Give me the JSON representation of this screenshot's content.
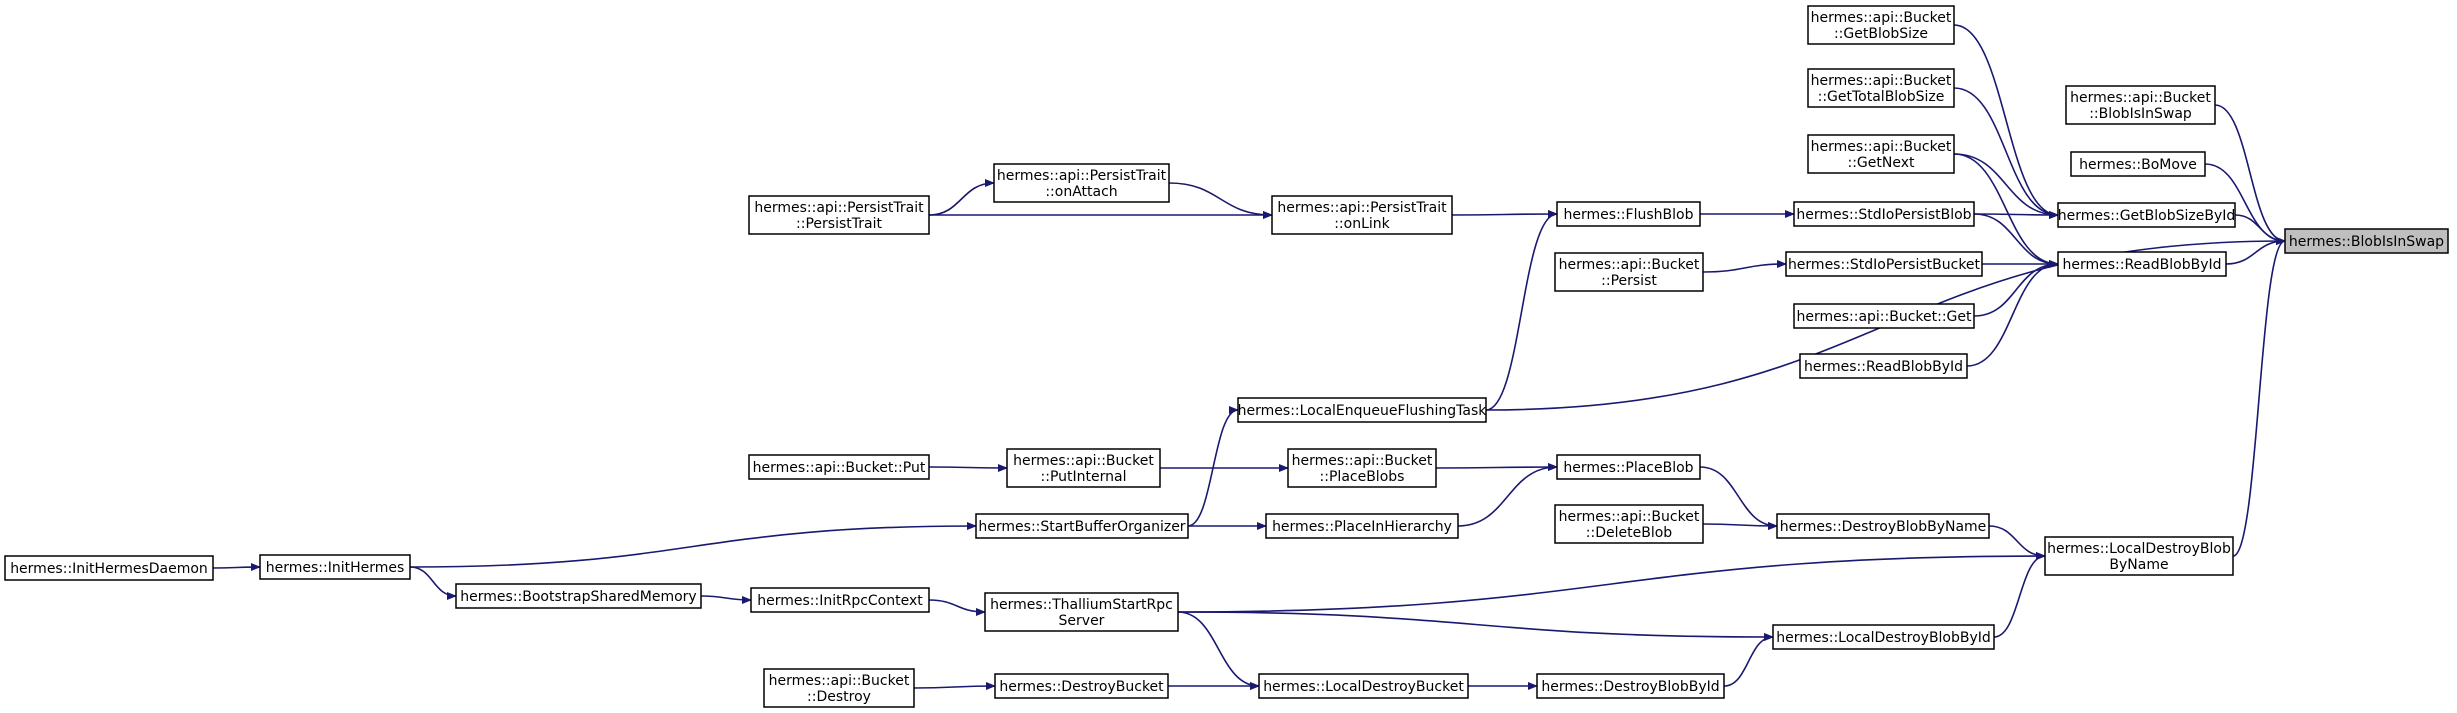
{
  "colors": {
    "edge": "#191970",
    "node_border": "#000000",
    "highlight_fill": "#bfbfbf",
    "background": "#ffffff"
  },
  "nodes": {
    "target": {
      "lines": [
        "hermes::BlobIsInSwap"
      ],
      "highlight": true
    },
    "getblobsizebyid": {
      "lines": [
        "hermes::GetBlobSizeById"
      ]
    },
    "readblobbyid": {
      "lines": [
        "hermes::ReadBlobById"
      ]
    },
    "bomove": {
      "lines": [
        "hermes::BoMove"
      ]
    },
    "blobisinswap_api": {
      "lines": [
        "hermes::api::Bucket",
        "::BlobIsInSwap"
      ]
    },
    "localdestroyblobbyname": {
      "lines": [
        "hermes::LocalDestroyBlob",
        "ByName"
      ]
    },
    "localenqueueflushingtask": {
      "lines": [
        "hermes::LocalEnqueueFlushingTask"
      ]
    },
    "getblobsize": {
      "lines": [
        "hermes::api::Bucket",
        "::GetBlobSize"
      ]
    },
    "gettotalblobsize": {
      "lines": [
        "hermes::api::Bucket",
        "::GetTotalBlobSize"
      ]
    },
    "getnext": {
      "lines": [
        "hermes::api::Bucket",
        "::GetNext"
      ]
    },
    "stdiopersistblob": {
      "lines": [
        "hermes::StdIoPersistBlob"
      ]
    },
    "stdiopersistbucket": {
      "lines": [
        "hermes::StdIoPersistBucket"
      ]
    },
    "bucketget": {
      "lines": [
        "hermes::api::Bucket::Get"
      ]
    },
    "readblobbyid2": {
      "lines": [
        "hermes::ReadBlobById"
      ]
    },
    "flushblob": {
      "lines": [
        "hermes::FlushBlob"
      ]
    },
    "bucketpersist": {
      "lines": [
        "hermes::api::Bucket",
        "::Persist"
      ]
    },
    "onlink": {
      "lines": [
        "hermes::api::PersistTrait",
        "::onLink"
      ]
    },
    "onattach": {
      "lines": [
        "hermes::api::PersistTrait",
        "::onAttach"
      ]
    },
    "persisttrait": {
      "lines": [
        "hermes::api::PersistTrait",
        "::PersistTrait"
      ]
    },
    "startbufferorganizer": {
      "lines": [
        "hermes::StartBufferOrganizer"
      ]
    },
    "initrpccontext": {
      "lines": [
        "hermes::InitRpcContext"
      ]
    },
    "bootstrapsharedmemory": {
      "lines": [
        "hermes::BootstrapSharedMemory"
      ]
    },
    "inithermes": {
      "lines": [
        "hermes::InitHermes"
      ]
    },
    "inithermesdaemon": {
      "lines": [
        "hermes::InitHermesDaemon"
      ]
    },
    "destroyblobbyname": {
      "lines": [
        "hermes::DestroyBlobByName"
      ]
    },
    "placeblob": {
      "lines": [
        "hermes::PlaceBlob"
      ]
    },
    "placeblobs": {
      "lines": [
        "hermes::api::Bucket",
        "::PlaceBlobs"
      ]
    },
    "putinternal": {
      "lines": [
        "hermes::api::Bucket",
        "::PutInternal"
      ]
    },
    "bucketput": {
      "lines": [
        "hermes::api::Bucket::Put"
      ]
    },
    "placeinhierarchy": {
      "lines": [
        "hermes::PlaceInHierarchy"
      ]
    },
    "deleteblob": {
      "lines": [
        "hermes::api::Bucket",
        "::DeleteBlob"
      ]
    },
    "thalliumstartrpcserver": {
      "lines": [
        "hermes::ThalliumStartRpc",
        "Server"
      ]
    },
    "localdestroyblobbyid": {
      "lines": [
        "hermes::LocalDestroyBlobById"
      ]
    },
    "destroyblobbyid": {
      "lines": [
        "hermes::DestroyBlobById"
      ]
    },
    "localdestroybucket": {
      "lines": [
        "hermes::LocalDestroyBucket"
      ]
    },
    "destroybucket": {
      "lines": [
        "hermes::DestroyBucket"
      ]
    },
    "bucketdestroy": {
      "lines": [
        "hermes::api::Bucket",
        "::Destroy"
      ]
    }
  },
  "edges": [
    [
      "getblobsizebyid",
      "target"
    ],
    [
      "readblobbyid",
      "target"
    ],
    [
      "bomove",
      "target"
    ],
    [
      "blobisinswap_api",
      "target"
    ],
    [
      "localdestroyblobbyname",
      "target"
    ],
    [
      "localenqueueflushingtask",
      "target"
    ],
    [
      "getblobsize",
      "getblobsizebyid"
    ],
    [
      "gettotalblobsize",
      "getblobsizebyid"
    ],
    [
      "getnext",
      "getblobsizebyid"
    ],
    [
      "stdiopersistblob",
      "getblobsizebyid"
    ],
    [
      "getnext",
      "readblobbyid"
    ],
    [
      "stdiopersistblob",
      "readblobbyid"
    ],
    [
      "stdiopersistbucket",
      "readblobbyid"
    ],
    [
      "bucketget",
      "readblobbyid"
    ],
    [
      "readblobbyid2",
      "readblobbyid"
    ],
    [
      "flushblob",
      "stdiopersistblob"
    ],
    [
      "bucketpersist",
      "stdiopersistbucket"
    ],
    [
      "onlink",
      "flushblob"
    ],
    [
      "localenqueueflushingtask",
      "flushblob"
    ],
    [
      "onattach",
      "onlink"
    ],
    [
      "persisttrait",
      "onlink"
    ],
    [
      "persisttrait",
      "onattach"
    ],
    [
      "startbufferorganizer",
      "localenqueueflushingtask"
    ],
    [
      "inithermes",
      "startbufferorganizer"
    ],
    [
      "inithermesdaemon",
      "inithermes"
    ],
    [
      "destroyblobbyname",
      "localdestroyblobbyname"
    ],
    [
      "thalliumstartrpcserver",
      "localdestroyblobbyname"
    ],
    [
      "localdestroyblobbyid",
      "localdestroyblobbyname"
    ],
    [
      "placeblob",
      "destroyblobbyname"
    ],
    [
      "deleteblob",
      "destroyblobbyname"
    ],
    [
      "placeblobs",
      "placeblob"
    ],
    [
      "placeinhierarchy",
      "placeblob"
    ],
    [
      "putinternal",
      "placeblobs"
    ],
    [
      "bucketput",
      "putinternal"
    ],
    [
      "startbufferorganizer",
      "placeinhierarchy"
    ],
    [
      "thalliumstartrpcserver",
      "localdestroyblobbyid"
    ],
    [
      "destroyblobbyid",
      "localdestroyblobbyid"
    ],
    [
      "localdestroybucket",
      "destroyblobbyid"
    ],
    [
      "thalliumstartrpcserver",
      "localdestroybucket"
    ],
    [
      "destroybucket",
      "localdestroybucket"
    ],
    [
      "bucketdestroy",
      "destroybucket"
    ],
    [
      "initrpccontext",
      "thalliumstartrpcserver"
    ],
    [
      "bootstrapsharedmemory",
      "initrpccontext"
    ],
    [
      "inithermes",
      "bootstrapsharedmemory"
    ]
  ]
}
